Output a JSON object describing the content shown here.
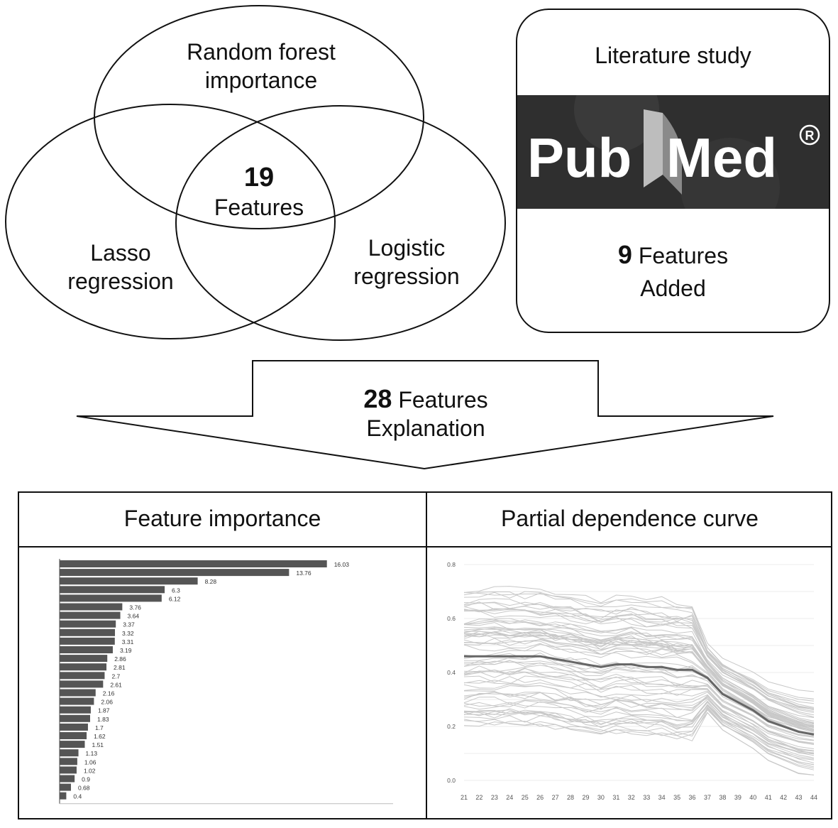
{
  "venn": {
    "top_label_line1": "Random forest",
    "top_label_line2": "importance",
    "left_label_line1": "Lasso",
    "left_label_line2": "regression",
    "right_label_line1": "Logistic",
    "right_label_line2": "regression",
    "center_count": "19",
    "center_label": "Features"
  },
  "literature": {
    "title": "Literature study",
    "logo_text_left": "Pub",
    "logo_text_right": "Med",
    "logo_mark": "®",
    "added_count": "9",
    "added_label": "Features",
    "added_label2": "Added"
  },
  "arrow": {
    "count": "28",
    "label": "Features",
    "label2": "Explanation"
  },
  "panels": {
    "left_title": "Feature importance",
    "right_title": "Partial dependence curve"
  },
  "chart_data": [
    {
      "type": "bar",
      "orientation": "horizontal",
      "values": [
        16.03,
        13.76,
        8.28,
        6.3,
        6.12,
        3.76,
        3.64,
        3.37,
        3.32,
        3.31,
        3.19,
        2.86,
        2.81,
        2.7,
        2.61,
        2.16,
        2.06,
        1.87,
        1.83,
        1.7,
        1.62,
        1.51,
        1.13,
        1.06,
        1.02,
        0.9,
        0.68,
        0.4
      ],
      "value_labels": [
        "16.03",
        "13.76",
        "8.28",
        "6.3",
        "6.12",
        "3.76",
        "3.64",
        "3.37",
        "3.32",
        "3.31",
        "3.19",
        "2.86",
        "2.81",
        "2.7",
        "2.61",
        "2.16",
        "2.06",
        "1.87",
        "1.83",
        "1.7",
        "1.62",
        "1.51",
        "1.13",
        "1.06",
        "1.02",
        "0.9",
        "0.68",
        "0.4"
      ],
      "xlim": [
        0,
        20
      ],
      "bar_color": "#555555"
    },
    {
      "type": "line",
      "x": [
        21,
        22,
        23,
        24,
        25,
        26,
        27,
        28,
        29,
        30,
        31,
        32,
        33,
        34,
        35,
        36,
        37,
        38,
        39,
        40,
        41,
        42,
        43,
        44
      ],
      "x_tick_labels": [
        "21",
        "22",
        "23",
        "24",
        "25",
        "26",
        "27",
        "28",
        "29",
        "30",
        "31",
        "32",
        "33",
        "34",
        "35",
        "36",
        "37",
        "38",
        "39",
        "40",
        "41",
        "42",
        "43",
        "44"
      ],
      "ylim": [
        0.0,
        0.8
      ],
      "y_tick_labels": [
        "0.0",
        "0.2",
        "0.4",
        "0.6",
        "0.8"
      ],
      "grid": true,
      "mean_series": [
        0.46,
        0.46,
        0.46,
        0.46,
        0.46,
        0.46,
        0.45,
        0.44,
        0.43,
        0.42,
        0.43,
        0.43,
        0.42,
        0.42,
        0.41,
        0.41,
        0.38,
        0.32,
        0.29,
        0.26,
        0.22,
        0.2,
        0.18,
        0.17
      ],
      "mean_color": "#666666",
      "individual_color": "#c8c8c8",
      "individual_count": 70
    }
  ]
}
